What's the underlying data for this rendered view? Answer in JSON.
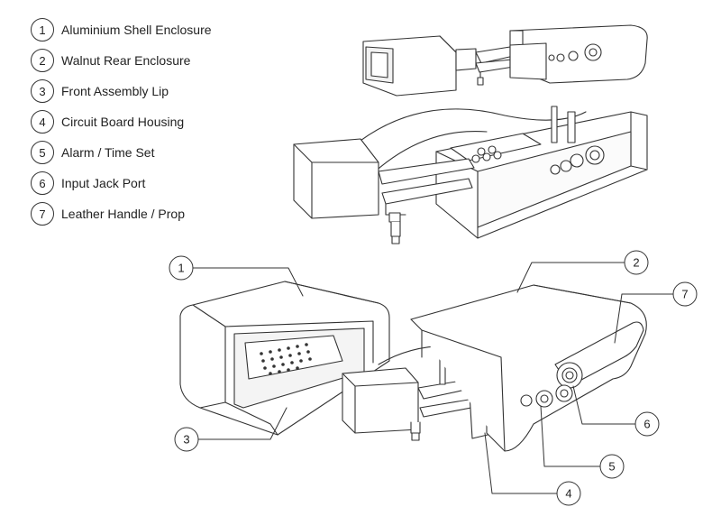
{
  "legend": [
    {
      "num": "1",
      "label": "Aluminium Shell Enclosure"
    },
    {
      "num": "2",
      "label": "Walnut Rear Enclosure"
    },
    {
      "num": "3",
      "label": "Front Assembly Lip"
    },
    {
      "num": "4",
      "label": "Circuit Board Housing"
    },
    {
      "num": "5",
      "label": "Alarm / Time Set"
    },
    {
      "num": "6",
      "label": "Input Jack Port"
    },
    {
      "num": "7",
      "label": "Leather Handle / Prop"
    }
  ],
  "callouts": [
    "1",
    "2",
    "3",
    "4",
    "5",
    "6",
    "7"
  ]
}
